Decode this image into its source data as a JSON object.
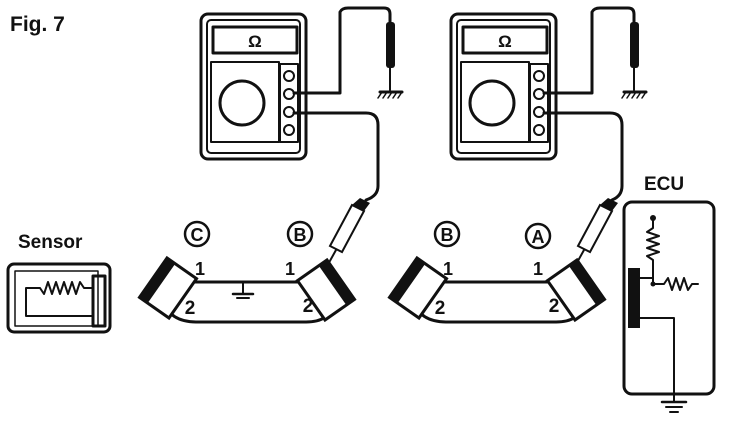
{
  "figure_label": "Fig. 7",
  "meter_left": {
    "display": "Ω"
  },
  "meter_right": {
    "display": "Ω"
  },
  "sensor": {
    "label": "Sensor"
  },
  "ecu": {
    "label": "ECU"
  },
  "harness_left": {
    "connector_left": "C",
    "connector_right": "B",
    "pin_1_left": "1",
    "pin_1_right": "1",
    "pin_2_left": "2",
    "pin_2_right": "2"
  },
  "harness_right": {
    "connector_left": "B",
    "connector_right": "A",
    "pin_1_left": "1",
    "pin_1_right": "1",
    "pin_2_left": "2",
    "pin_2_right": "2"
  }
}
